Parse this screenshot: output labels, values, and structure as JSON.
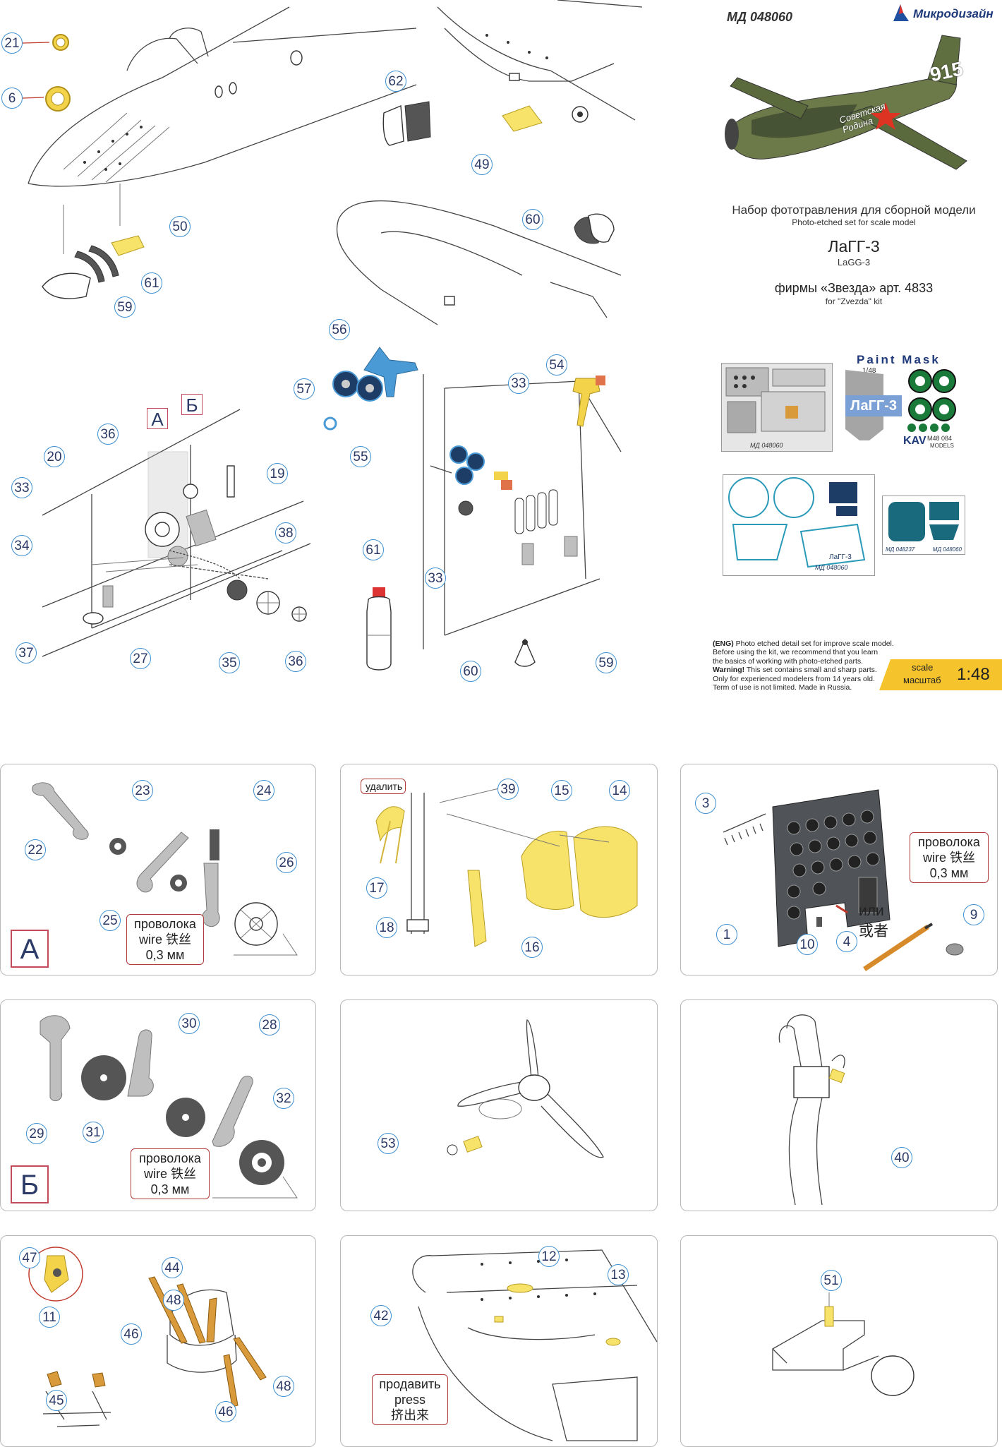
{
  "header": {
    "article": "МД 048060",
    "brand": "Микродизайн",
    "title_ru": "Набор фототравления для сборной модели",
    "title_en": "Photo-etched set for scale model",
    "model_ru": "ЛаГГ-3",
    "model_en": "LaGG-3",
    "kit_ru": "фирмы «Звезда» арт. 4833",
    "kit_en": "for \"Zvezda\" kit",
    "aircraft_number": "915",
    "aircraft_slogan": "Советская Родина"
  },
  "products": {
    "paint_mask_label": "Paint Mask",
    "mask_scale": "1/48",
    "mask_model": "ЛаГГ-3",
    "mask_brand": "KAV",
    "mask_code": "M48 084",
    "mask_models": "MODELS",
    "set1_code": "МД 048060",
    "set2_code": "МД 048237",
    "set2_model": "ЛаГГ-3"
  },
  "notice": {
    "line1_tag": "(ENG)",
    "line1": " Photo etched detail set for improve scale model.",
    "line2": "Before using the kit, we recommend that you learn",
    "line3": "the basics of working with photo-etched parts.",
    "line4_tag": "Warning!",
    "line4": " This set contains small and sharp parts.",
    "line5": "Only for experienced modelers from 14 years old.",
    "line6": "Term of use is not limited. Made in Russia."
  },
  "scale": {
    "label_en": "scale",
    "label_ru": "масштаб",
    "value": "1:48"
  },
  "letters": {
    "a": "А",
    "b": "Б"
  },
  "notes": {
    "wire_ru": "проволока",
    "wire_en": "wire",
    "wire_cn": "铁丝",
    "wire_size": "0,3 мм",
    "remove_ru": "удалить",
    "or_ru": "или",
    "or_cn": "或者",
    "press_ru": "продавить",
    "press_en": "press",
    "press_cn": "挤出来"
  },
  "parts": {
    "p21": "21",
    "p6": "6",
    "p50": "50",
    "p61": "61",
    "p59": "59",
    "p62": "62",
    "p49": "49",
    "p60": "60",
    "p56": "56",
    "p57": "57",
    "p55": "55",
    "p33": "33",
    "p54": "54",
    "p20": "20",
    "p36": "36",
    "p19": "19",
    "p34": "34",
    "p38": "38",
    "p37": "37",
    "p27": "27",
    "p35": "35",
    "p61b": "61",
    "p33b": "33",
    "p60b": "60",
    "p59b": "59",
    "p22": "22",
    "p23": "23",
    "p24": "24",
    "p25": "25",
    "p26": "26",
    "p39": "39",
    "p15": "15",
    "p14": "14",
    "p17": "17",
    "p18": "18",
    "p16": "16",
    "p3": "3",
    "p1": "1",
    "p10": "10",
    "p4": "4",
    "p9": "9",
    "p30": "30",
    "p28": "28",
    "p32": "32",
    "p29": "29",
    "p31": "31",
    "p53": "53",
    "p40": "40",
    "p47": "47",
    "p44": "44",
    "p48": "48",
    "p46": "46",
    "p11": "11",
    "p45": "45",
    "p46b": "46",
    "p48b": "48",
    "p12": "12",
    "p13": "13",
    "p42": "42",
    "p51": "51"
  }
}
